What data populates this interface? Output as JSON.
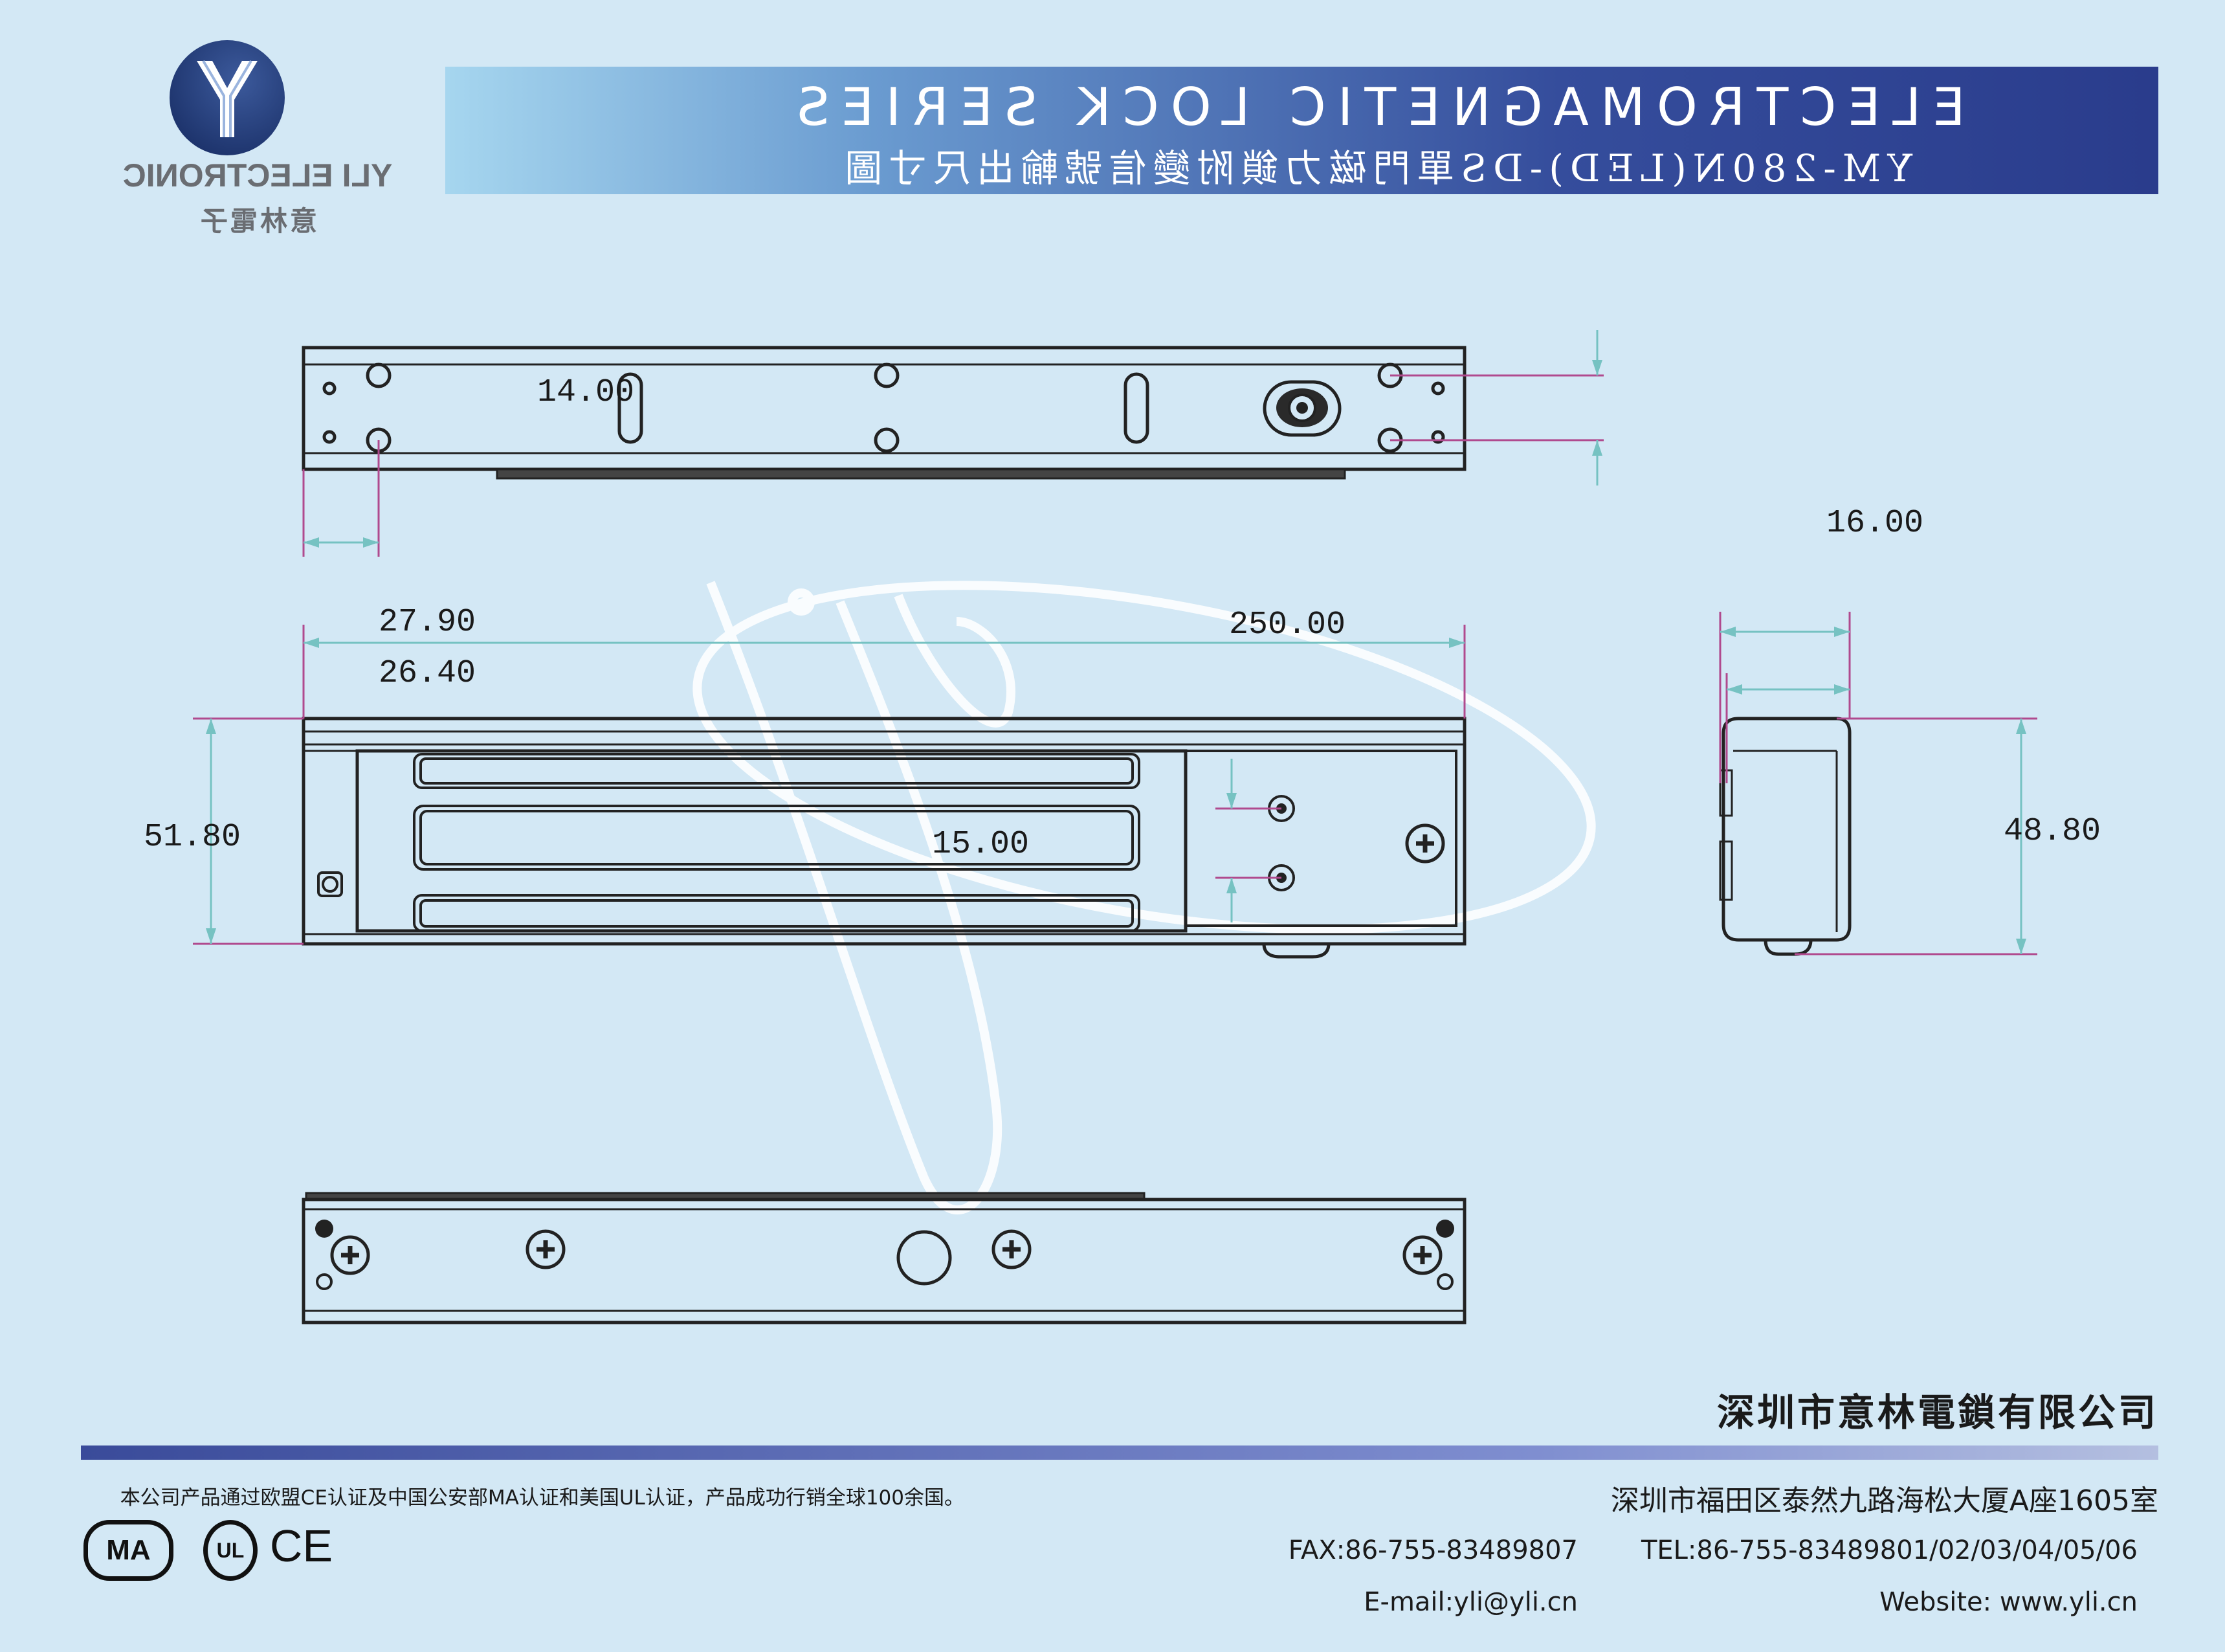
{
  "header": {
    "title": "ELECTROMAGNETIC LOCK SERIES",
    "subtitle": "YM-280N(LED)-DS單門磁力鎖附變信號輸出尺寸圖"
  },
  "logo": {
    "brand_en": "YLI ELECTRONIC",
    "brand_cn": "意林電子"
  },
  "dimensions": {
    "d14": "14.00",
    "d16": "16.00",
    "d250": "250.00",
    "d27_9": "27.90",
    "d26_4": "26.40",
    "d51_8": "51.80",
    "d48_8": "48.80",
    "d15": "15.00"
  },
  "footer": {
    "company_name": "深圳市意林電鎖有限公司",
    "address": "深圳市福田区泰然九路海松大厦A座1605室",
    "tel": "TEL:86-755-83489801/02/03/04/05/06",
    "fax": "FAX:86-755-83489807",
    "website": "Website: www.yli.cn",
    "email": "E-mail:yli@yli.cn",
    "certification_note": "本公司产品通过欧盟CE认证及中国公安部MA认证和美国UL认证，产品成功行销全球100余国。",
    "cert_labels": [
      "MA",
      "UL",
      "CE"
    ]
  },
  "colors": {
    "dimension_line": "#76c2c2",
    "extension_line": "#b04a8e",
    "banner_start": "#2a3c8c",
    "banner_end": "#a6d6ef",
    "background": "#d3e8f5"
  }
}
